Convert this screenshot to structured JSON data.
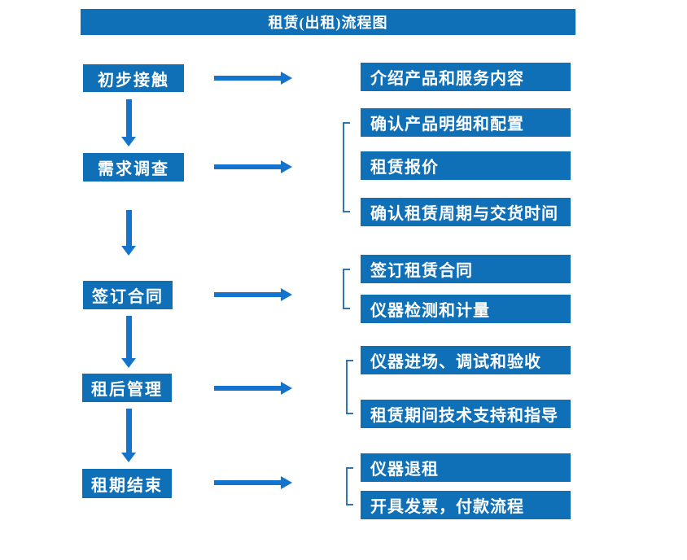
{
  "title": "租赁(出租)流程图",
  "colors": {
    "box_blue": "#0f70b8",
    "arrow_blue": "#1474cd",
    "bracket_blue": "#2e75b6",
    "text_white": "#ffffff"
  },
  "steps": [
    {
      "label": "初步接触",
      "outputs": [
        "介绍产品和服务内容"
      ]
    },
    {
      "label": "需求调查",
      "outputs": [
        "确认产品明细和配置",
        "租赁报价",
        "确认租赁周期与交货时间"
      ]
    },
    {
      "label": "签订合同",
      "outputs": [
        "签订租赁合同",
        "仪器检测和计量"
      ]
    },
    {
      "label": "租后管理",
      "outputs": [
        "仪器进场、调试和验收",
        "租赁期间技术支持和指导"
      ]
    },
    {
      "label": "租期结束",
      "outputs": [
        "仪器退租",
        "开具发票，付款流程"
      ]
    }
  ]
}
